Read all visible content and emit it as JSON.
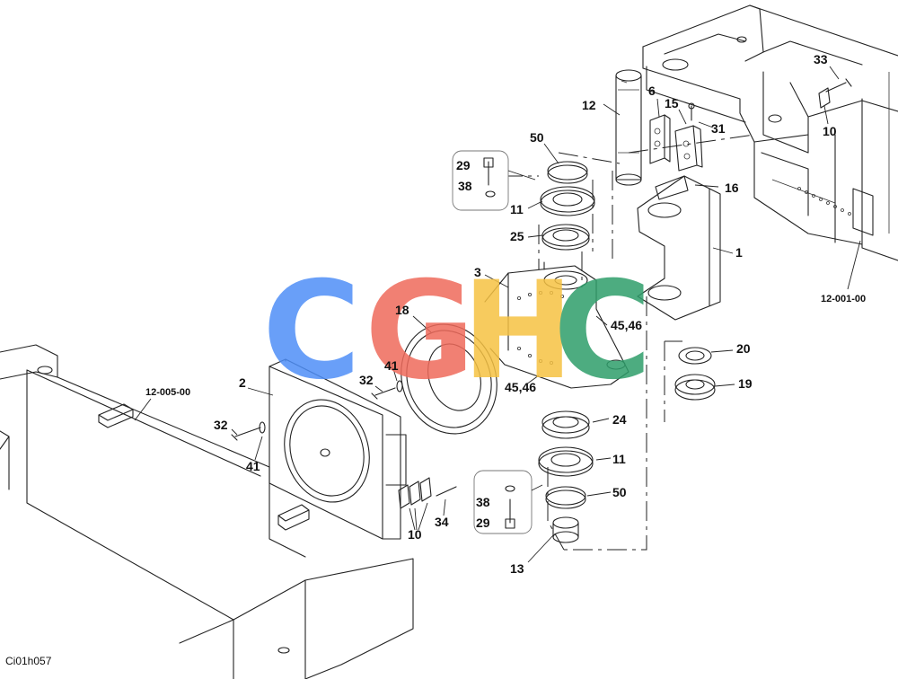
{
  "diagram": {
    "document_id": "Ci01h057",
    "reference_codes": [
      {
        "id": "ref-12-001-00",
        "text": "12-001-00"
      },
      {
        "id": "ref-12-005-00",
        "text": "12-005-00"
      }
    ],
    "callouts": [
      {
        "id": "c1",
        "text": "1"
      },
      {
        "id": "c2",
        "text": "2"
      },
      {
        "id": "c3",
        "text": "3"
      },
      {
        "id": "c6",
        "text": "6"
      },
      {
        "id": "c10a",
        "text": "10"
      },
      {
        "id": "c10b",
        "text": "10"
      },
      {
        "id": "c11a",
        "text": "11"
      },
      {
        "id": "c11b",
        "text": "11"
      },
      {
        "id": "c12",
        "text": "12"
      },
      {
        "id": "c13",
        "text": "13"
      },
      {
        "id": "c15",
        "text": "15"
      },
      {
        "id": "c16",
        "text": "16"
      },
      {
        "id": "c18",
        "text": "18"
      },
      {
        "id": "c19",
        "text": "19"
      },
      {
        "id": "c20",
        "text": "20"
      },
      {
        "id": "c24",
        "text": "24"
      },
      {
        "id": "c25",
        "text": "25"
      },
      {
        "id": "c29a",
        "text": "29"
      },
      {
        "id": "c29b",
        "text": "29"
      },
      {
        "id": "c31",
        "text": "31"
      },
      {
        "id": "c32a",
        "text": "32"
      },
      {
        "id": "c32b",
        "text": "32"
      },
      {
        "id": "c33",
        "text": "33"
      },
      {
        "id": "c34",
        "text": "34"
      },
      {
        "id": "c38a",
        "text": "38"
      },
      {
        "id": "c38b",
        "text": "38"
      },
      {
        "id": "c41a",
        "text": "41"
      },
      {
        "id": "c41b",
        "text": "41"
      },
      {
        "id": "c4546a",
        "text": "45,46"
      },
      {
        "id": "c4546b",
        "text": "45,46"
      },
      {
        "id": "c50a",
        "text": "50"
      },
      {
        "id": "c50b",
        "text": "50"
      }
    ],
    "watermark": {
      "text": "CGHC",
      "colors": [
        "#4f8ff7",
        "#ef6a5b",
        "#f6c243",
        "#2f9e6b"
      ]
    }
  }
}
